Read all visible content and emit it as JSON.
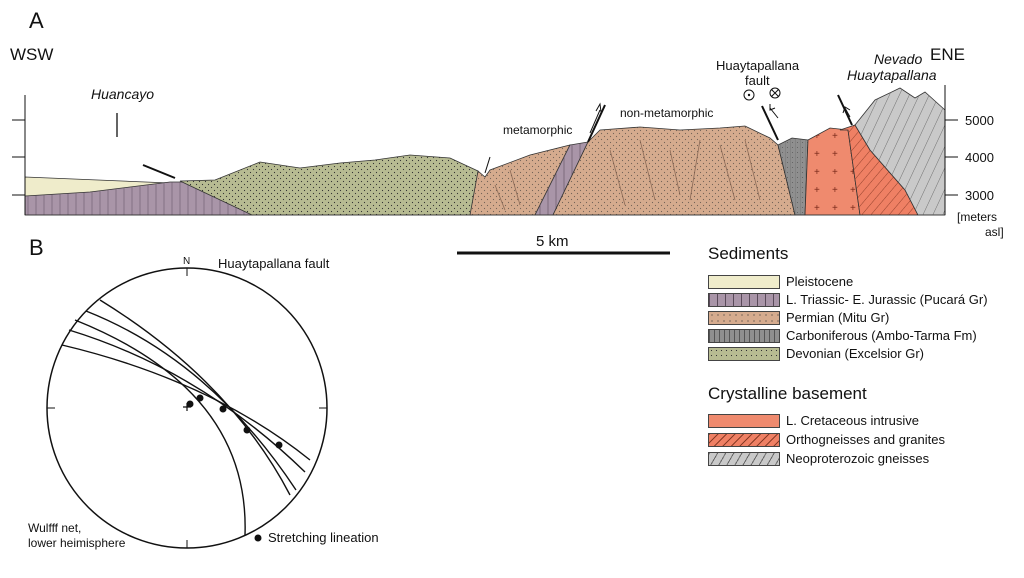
{
  "panel_a": {
    "letter": "A",
    "direction_left": "WSW",
    "direction_right": "ENE",
    "town": "Huancayo",
    "fault_label_line1": "Huaytapallana",
    "fault_label_line2": "fault",
    "peak_line1": "Nevado",
    "peak_line2": "Huaytapallana",
    "zone_metamorphic": "metamorphic",
    "zone_non_metamorphic": "non-metamorphic",
    "elevation_ticks": [
      "5000",
      "4000",
      "3000"
    ],
    "elevation_unit_line1": "[meters",
    "elevation_unit_line2": "asl]",
    "scale_bar_label": "5 km"
  },
  "panel_b": {
    "letter": "B",
    "north": "N",
    "title": "Huaytapallana fault",
    "net_line1": "Wulfff net,",
    "net_line2": "lower heimisphere",
    "lineation_label": "Stretching lineation"
  },
  "legend": {
    "sediments_title": "Sediments",
    "sediments": [
      {
        "label": "Pleistocene",
        "color": "#efeccb"
      },
      {
        "label": "L. Triassic- E. Jurassic (Pucará Gr)",
        "color": "#a995a8"
      },
      {
        "label": "Permian (Mitu Gr)",
        "color": "#d5ab8e"
      },
      {
        "label": "Carboniferous (Ambo-Tarma Fm)",
        "color": "#8f8f8f"
      },
      {
        "label": "Devonian (Excelsior Gr)",
        "color": "#b7bb92"
      }
    ],
    "basement_title": "Crystalline basement",
    "basement": [
      {
        "label": "L. Cretaceous intrusive",
        "color": "#ef8a6e"
      },
      {
        "label": "Orthogneisses and granites",
        "color": "#ef8064"
      },
      {
        "label": "Neoproterozoic gneisses",
        "color": "#c9c9c9"
      }
    ]
  }
}
